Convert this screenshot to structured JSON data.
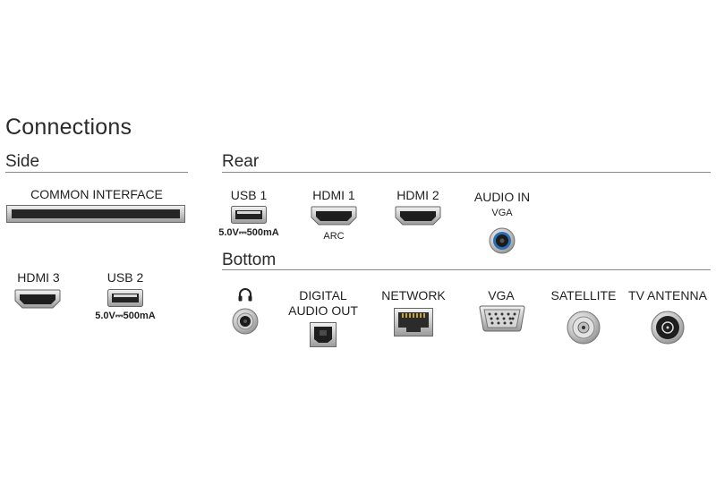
{
  "title": "Connections",
  "sections": {
    "side": "Side",
    "rear": "Rear",
    "bottom": "Bottom"
  },
  "side": {
    "common_interface": "COMMON INTERFACE",
    "hdmi3": "HDMI 3",
    "usb2": "USB 2",
    "usb2_power": "5.0V⎓500mA"
  },
  "rear": {
    "usb1": "USB 1",
    "usb1_power": "5.0V⎓500mA",
    "hdmi1": "HDMI 1",
    "hdmi1_sub": "ARC",
    "hdmi2": "HDMI 2",
    "audio_in": "AUDIO IN",
    "audio_in_sub": "VGA"
  },
  "bottom": {
    "headphone": "headphone-icon",
    "digital_audio_out_line1": "DIGITAL",
    "digital_audio_out_line2": "AUDIO OUT",
    "network": "NETWORK",
    "vga": "VGA",
    "satellite": "SATELLITE",
    "tv_antenna": "TV ANTENNA"
  },
  "colors": {
    "audio_in_ring": "#2a6fb5",
    "port_gray": "#d9d9d9",
    "port_dark": "#1e1e1e"
  }
}
